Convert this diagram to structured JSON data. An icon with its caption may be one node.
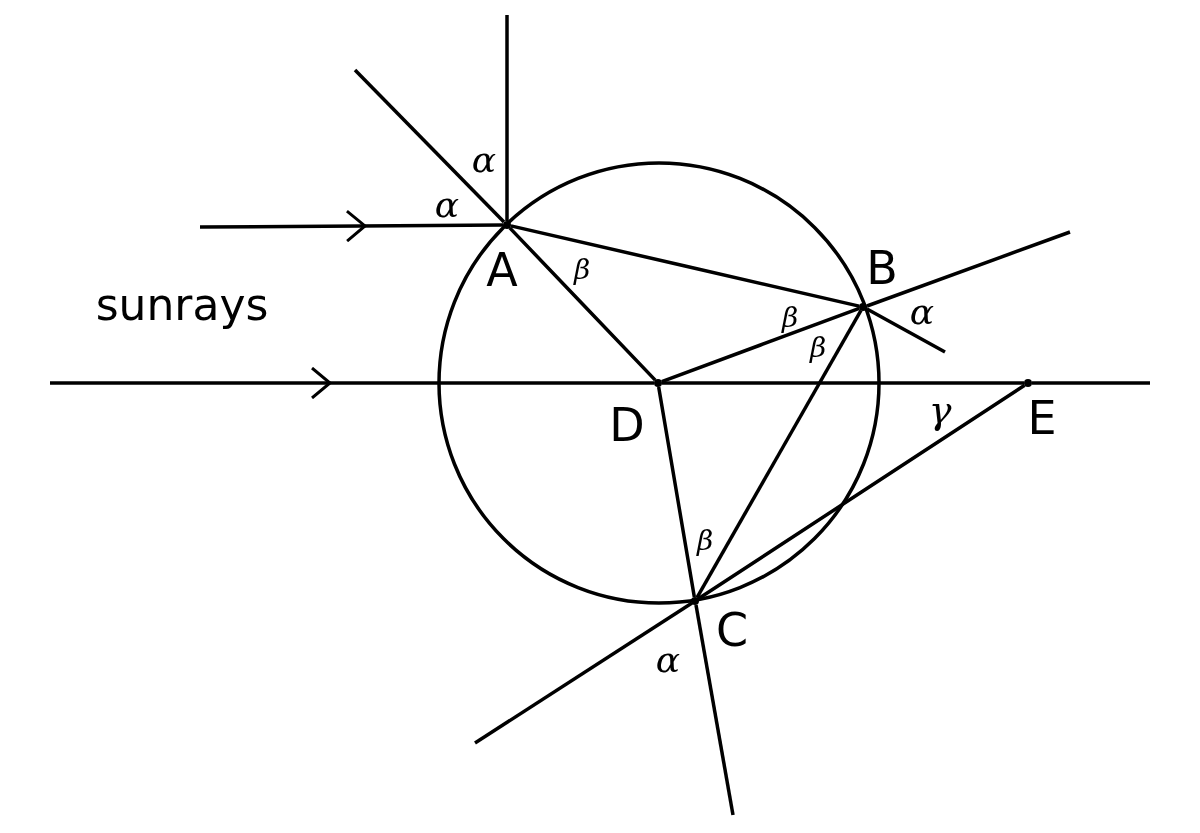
{
  "diagram": {
    "nodes": [
      {
        "text": [],
        "shape": "point",
        "beside": [
          "A"
        ]
      },
      {
        "text": [],
        "shape": "point",
        "beside": [
          "B"
        ]
      },
      {
        "text": [],
        "shape": "point",
        "beside": [
          "C"
        ]
      },
      {
        "text": [],
        "shape": "point",
        "beside": [
          "D"
        ]
      },
      {
        "text": [],
        "shape": "point",
        "beside": [
          "E"
        ]
      }
    ],
    "edges": [
      {
        "from": null,
        "to": 0,
        "arrow": "to"
      },
      {
        "from": 0,
        "to": 1,
        "arrow": "none"
      },
      {
        "from": 0,
        "to": 3,
        "arrow": "none"
      },
      {
        "from": 1,
        "to": 3,
        "arrow": "none"
      },
      {
        "from": 1,
        "to": 2,
        "arrow": "none"
      },
      {
        "from": 2,
        "to": 3,
        "arrow": "none"
      },
      {
        "from": 2,
        "to": 4,
        "arrow": "none"
      },
      {
        "from": null,
        "to": 3,
        "arrow": "to"
      },
      {
        "from": 3,
        "to": 4,
        "arrow": "none"
      }
    ],
    "labels": [
      "α",
      "α",
      "β",
      "sunrays",
      "α",
      "β",
      "β",
      "γ",
      "β",
      "α"
    ]
  }
}
